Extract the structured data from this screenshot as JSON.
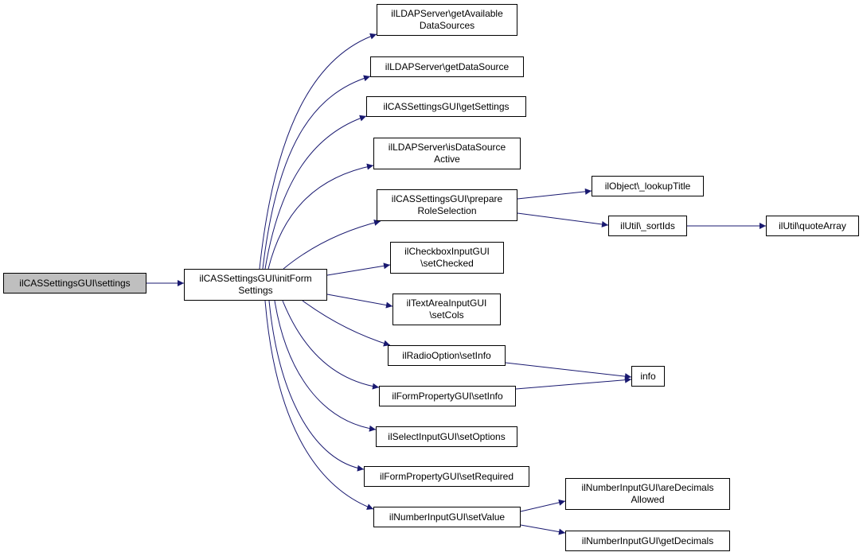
{
  "colors": {
    "edge": "#191970",
    "border": "#000000",
    "root_fill": "#bfbfbf",
    "node_fill": "#ffffff"
  },
  "nodes": {
    "root": {
      "lines": [
        "ilCASSettingsGUI\\settings"
      ]
    },
    "initForm": {
      "lines": [
        "ilCASSettingsGUI\\initForm",
        "Settings"
      ]
    },
    "getAvail": {
      "lines": [
        "ilLDAPServer\\getAvailable",
        "DataSources"
      ]
    },
    "getDS": {
      "lines": [
        "ilLDAPServer\\getDataSource"
      ]
    },
    "getSettings": {
      "lines": [
        "ilCASSettingsGUI\\getSettings"
      ]
    },
    "isDSActive": {
      "lines": [
        "ilLDAPServer\\isDataSource",
        "Active"
      ]
    },
    "prepRole": {
      "lines": [
        "ilCASSettingsGUI\\prepare",
        "RoleSelection"
      ]
    },
    "setChecked": {
      "lines": [
        "ilCheckboxInputGUI",
        "\\setChecked"
      ]
    },
    "setCols": {
      "lines": [
        "ilTextAreaInputGUI",
        "\\setCols"
      ]
    },
    "radioInfo": {
      "lines": [
        "ilRadioOption\\setInfo"
      ]
    },
    "formInfo": {
      "lines": [
        "ilFormPropertyGUI\\setInfo"
      ]
    },
    "setOptions": {
      "lines": [
        "ilSelectInputGUI\\setOptions"
      ]
    },
    "setRequired": {
      "lines": [
        "ilFormPropertyGUI\\setRequired"
      ]
    },
    "setValue": {
      "lines": [
        "ilNumberInputGUI\\setValue"
      ]
    },
    "lookupTitle": {
      "lines": [
        "ilObject\\_lookupTitle"
      ]
    },
    "sortIds": {
      "lines": [
        "ilUtil\\_sortIds"
      ]
    },
    "quoteArray": {
      "lines": [
        "ilUtil\\quoteArray"
      ]
    },
    "info": {
      "lines": [
        "info"
      ]
    },
    "areDecimals": {
      "lines": [
        "ilNumberInputGUI\\areDecimals",
        "Allowed"
      ]
    },
    "getDecimals": {
      "lines": [
        "ilNumberInputGUI\\getDecimals"
      ]
    }
  },
  "edges": [
    {
      "from": "root",
      "to": "initForm"
    },
    {
      "from": "initForm",
      "to": "getAvail"
    },
    {
      "from": "initForm",
      "to": "getDS"
    },
    {
      "from": "initForm",
      "to": "getSettings"
    },
    {
      "from": "initForm",
      "to": "isDSActive"
    },
    {
      "from": "initForm",
      "to": "prepRole"
    },
    {
      "from": "initForm",
      "to": "setChecked"
    },
    {
      "from": "initForm",
      "to": "setCols"
    },
    {
      "from": "initForm",
      "to": "radioInfo"
    },
    {
      "from": "initForm",
      "to": "formInfo"
    },
    {
      "from": "initForm",
      "to": "setOptions"
    },
    {
      "from": "initForm",
      "to": "setRequired"
    },
    {
      "from": "initForm",
      "to": "setValue"
    },
    {
      "from": "prepRole",
      "to": "lookupTitle"
    },
    {
      "from": "prepRole",
      "to": "sortIds"
    },
    {
      "from": "sortIds",
      "to": "quoteArray"
    },
    {
      "from": "radioInfo",
      "to": "info"
    },
    {
      "from": "formInfo",
      "to": "info"
    },
    {
      "from": "setValue",
      "to": "areDecimals"
    },
    {
      "from": "setValue",
      "to": "getDecimals"
    }
  ]
}
